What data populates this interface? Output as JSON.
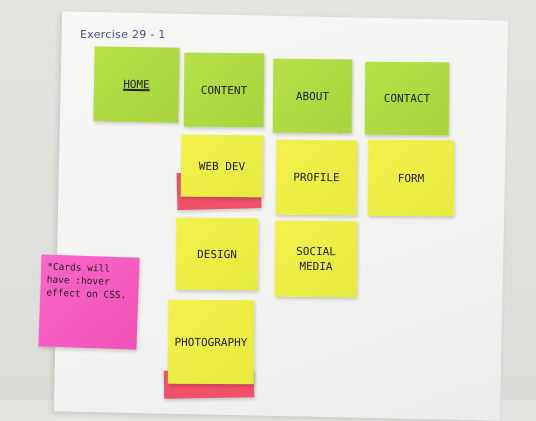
{
  "paper": {
    "title": "Exercise 29 - 1"
  },
  "notes": {
    "home": "HOME",
    "content": "CONTENT",
    "about": "ABOUT",
    "contact": "CONTACT",
    "web_dev": "WEB DEV",
    "profile": "PROFILE",
    "form": "FORM",
    "design": "DESIGN",
    "social_media": "SOCIAL MEDIA",
    "photography": "PHOTOGRAPHY",
    "cards_note": "*Cards will have :hover effect on CSS."
  },
  "colors": {
    "green": "#b0da42",
    "yellow": "#eeee46",
    "pink": "#f55cc0",
    "red": "#f0506a"
  }
}
